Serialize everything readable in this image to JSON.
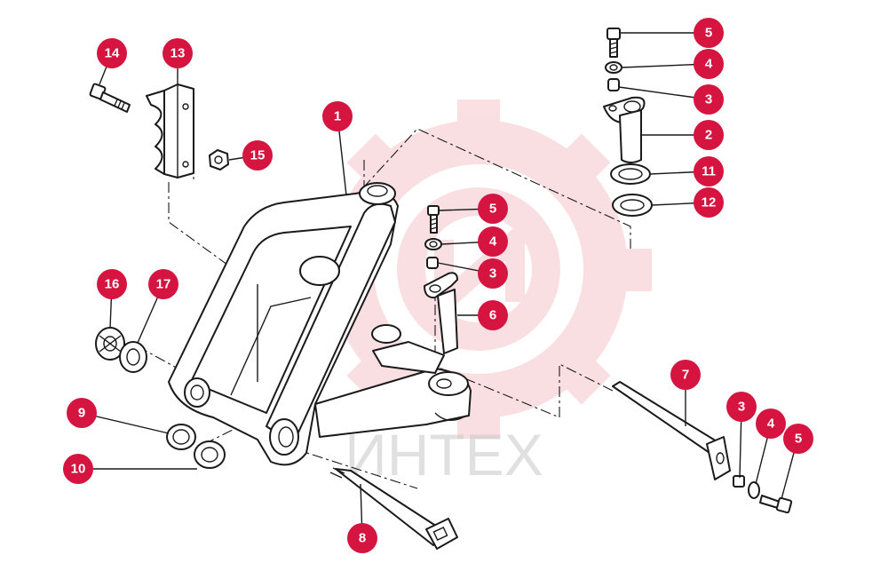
{
  "watermark": {
    "text": "ИНТЕХ",
    "color": "#f2a6ae",
    "icon": "gear-icon"
  },
  "accent_color": "#d5143f",
  "callouts": [
    {
      "id": "c1",
      "label": "1"
    },
    {
      "id": "c2",
      "label": "2"
    },
    {
      "id": "c3a",
      "label": "3"
    },
    {
      "id": "c3b",
      "label": "3"
    },
    {
      "id": "c3c",
      "label": "3"
    },
    {
      "id": "c4a",
      "label": "4"
    },
    {
      "id": "c4b",
      "label": "4"
    },
    {
      "id": "c4c",
      "label": "4"
    },
    {
      "id": "c5a",
      "label": "5"
    },
    {
      "id": "c5b",
      "label": "5"
    },
    {
      "id": "c5c",
      "label": "5"
    },
    {
      "id": "c6",
      "label": "6"
    },
    {
      "id": "c7",
      "label": "7"
    },
    {
      "id": "c8",
      "label": "8"
    },
    {
      "id": "c9",
      "label": "9"
    },
    {
      "id": "c10",
      "label": "10"
    },
    {
      "id": "c11",
      "label": "11"
    },
    {
      "id": "c12",
      "label": "12"
    },
    {
      "id": "c13",
      "label": "13"
    },
    {
      "id": "c14",
      "label": "14"
    },
    {
      "id": "c15",
      "label": "15"
    },
    {
      "id": "c16",
      "label": "16"
    },
    {
      "id": "c17",
      "label": "17"
    }
  ]
}
